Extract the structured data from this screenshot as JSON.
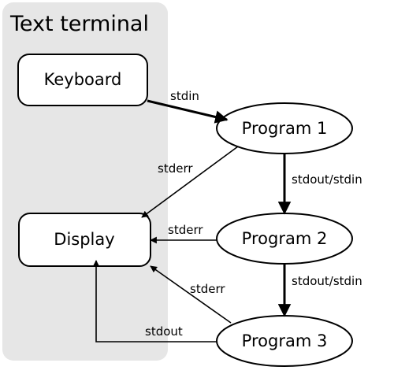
{
  "terminal": {
    "title": "Text terminal"
  },
  "nodes": {
    "keyboard": "Keyboard",
    "display": "Display",
    "program1": "Program 1",
    "program2": "Program 2",
    "program3": "Program 3"
  },
  "edges": {
    "keyboard_to_program1": "stdin",
    "program1_to_display": "stderr",
    "program1_to_program2": "stdout/stdin",
    "program2_to_display": "stderr",
    "program2_to_program3": "stdout/stdin",
    "program3_to_display_stderr": "stderr",
    "program3_to_display_stdout": "stdout"
  },
  "colors": {
    "terminal_background": "#e6e6e6",
    "stroke": "#000000",
    "node_fill": "#ffffff"
  }
}
